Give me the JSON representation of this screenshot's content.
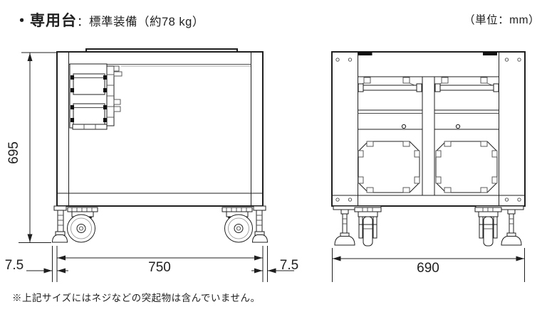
{
  "header": {
    "bullet_title": "・専用台",
    "subtitle": "：標準装備（約78 kg）",
    "unit_label": "（単位：mm）"
  },
  "front_view": {
    "dim_height": "695",
    "dim_width": "750",
    "dim_overhang_left": "7.5",
    "dim_overhang_right": "7.5"
  },
  "side_view": {
    "dim_depth": "690"
  },
  "footnote": "※上記サイズにはネジなどの突起物は含んでいません。",
  "colors": {
    "line": "#1f1f1f",
    "line_light": "#8a8a8a",
    "background": "#ffffff"
  }
}
